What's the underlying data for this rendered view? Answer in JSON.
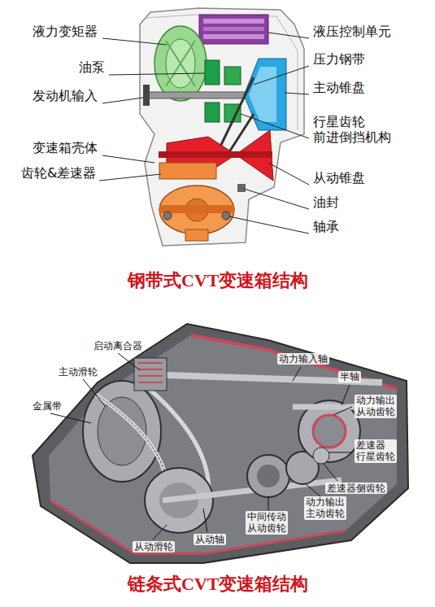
{
  "diagram": {
    "labels": [
      "液力变矩器",
      "油泵",
      "发动机输入",
      "变速箱壳体",
      "齿轮&差速器",
      "液压控制单元",
      "压力钢带",
      "主动锥盘",
      "行星齿轮 前进倒挡机构",
      "从动锥盘",
      "油封",
      "轴承",
      "钢带式CVT变速箱结构",
      "启动离合器",
      "动力输入轴",
      "主动滑轮",
      "半轴",
      "金属带",
      "动力输出 从动齿轮",
      "差速器 行星齿轮",
      "差速器侧齿轮",
      "中间传动 从动齿轮",
      "动力输出 主动齿轮",
      "从动滑轮",
      "从动轴",
      "链条式CVT变速箱结构"
    ]
  }
}
